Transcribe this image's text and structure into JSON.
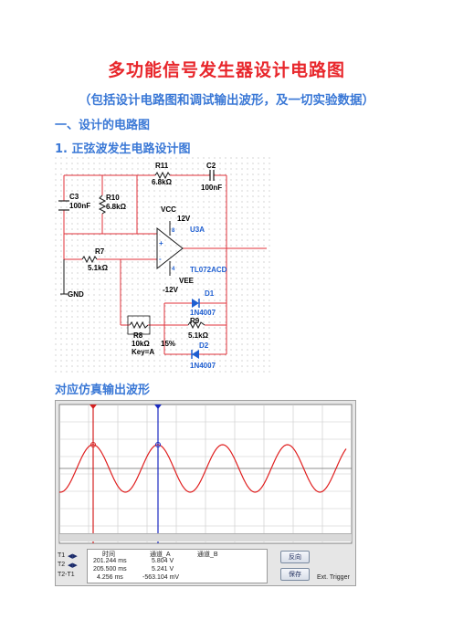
{
  "document": {
    "title": "多功能信号发生器设计电路图",
    "subtitle": "（包括设计电路图和调试输出波形，及一切实验数据）",
    "section1": "一、设计的电路图",
    "item1": "1. 正弦波发生电路设计图",
    "caption": "对应仿真输出波形"
  },
  "circuit": {
    "r11": "R11",
    "r11_val": "6.8kΩ",
    "c2": "C2",
    "c2_val": "100nF",
    "c3": "C3",
    "c3_val": "100nF",
    "r10": "R10",
    "r10_val": "6.8kΩ",
    "vcc": "VCC",
    "vcc_v": "12V",
    "u3a": "U3A",
    "opamp": "TL072ACD",
    "vee": "VEE",
    "vee_v": "-12V",
    "r7": "R7",
    "r7_val": "5.1kΩ",
    "gnd": "GND",
    "d1": "D1",
    "d1_val": "1N4007",
    "r9": "R9",
    "r9_val": "5.1kΩ",
    "d2": "D2",
    "d2_val": "1N4007",
    "r8": "R8",
    "r8_val": "10kΩ",
    "r8_key": "Key=A",
    "r8_pct": "15%",
    "pin_plus": "+",
    "pin_minus": "-",
    "pin8": "8",
    "pin4": "4"
  },
  "scope": {
    "rows": [
      "T1",
      "T2",
      "T2-T1"
    ],
    "headers": [
      "时间",
      "通道_A",
      "通道_B"
    ],
    "values": [
      [
        "201.244 ms",
        "5.804 V",
        ""
      ],
      [
        "205.500 ms",
        "5.241 V",
        ""
      ],
      [
        "4.256 ms",
        "-563.104 mV",
        ""
      ]
    ],
    "btn_reverse": "反向",
    "btn_save": "保存",
    "ext_trigger": "Ext. Trigger",
    "wave_color": "#e02020"
  }
}
